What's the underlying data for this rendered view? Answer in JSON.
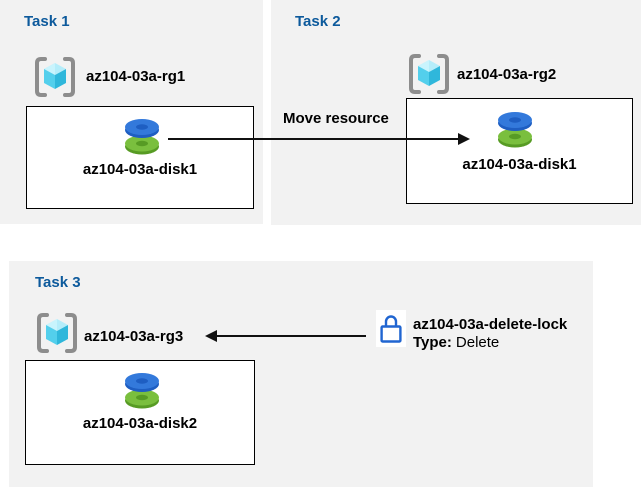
{
  "colors": {
    "panel_background": "#f2f2f2",
    "task_title_blue": "#0d5a9c",
    "lock_blue": "#2065d1",
    "arrow_black": "#111111",
    "box_border": "#000000",
    "disk_blue_top": "#3379db",
    "disk_blue_rim": "#1e5ec2",
    "disk_green_top": "#7abf3e",
    "disk_green_rim": "#579b24",
    "rg_bracket_gray": "#8d8d8d",
    "cube_top": "#b5edfa",
    "cube_left": "#53cfec",
    "cube_right": "#2fb7db"
  },
  "tasks": [
    {
      "title": "Task 1",
      "resource_group": "az104-03a-rg1",
      "disk": "az104-03a-disk1"
    },
    {
      "title": "Task 2",
      "resource_group": "az104-03a-rg2",
      "disk": "az104-03a-disk1"
    },
    {
      "title": "Task 3",
      "resource_group": "az104-03a-rg3",
      "disk": "az104-03a-disk2"
    }
  ],
  "move_arrow": {
    "label": "Move resource"
  },
  "lock": {
    "name": "az104-03a-delete-lock",
    "type_label": "Type:",
    "type_value": "Delete"
  },
  "icons": {
    "resource_group": "resource-group-icon (gray brackets with cyan cube)",
    "disk": "managed-disk-icon (blue disk stacked on green disk)",
    "lock": "delete-lock-icon (blue outlined padlock)"
  }
}
